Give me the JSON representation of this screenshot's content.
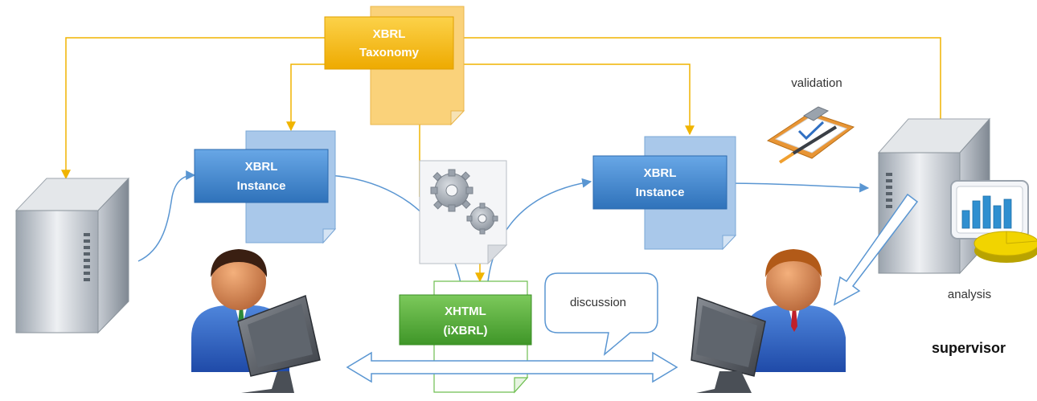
{
  "taxonomy": {
    "line1": "XBRL",
    "line2": "Taxonomy"
  },
  "instance_left": {
    "line1": "XBRL",
    "line2": "Instance"
  },
  "instance_right": {
    "line1": "XBRL",
    "line2": "Instance"
  },
  "xhtml": {
    "line1": "XHTML",
    "line2": "(iXBRL)"
  },
  "labels": {
    "validation": "validation",
    "analysis": "analysis",
    "supervisor": "supervisor",
    "discussion": "discussion"
  },
  "colors": {
    "taxonomy_box": "#f5b800",
    "taxonomy_doc": "#fad27a",
    "instance_box": "#3f86cc",
    "instance_doc": "#a9c8ea",
    "xhtml_box": "#53ad3c",
    "yellow_line": "#f0b400",
    "blue_line": "#5a96d2"
  }
}
